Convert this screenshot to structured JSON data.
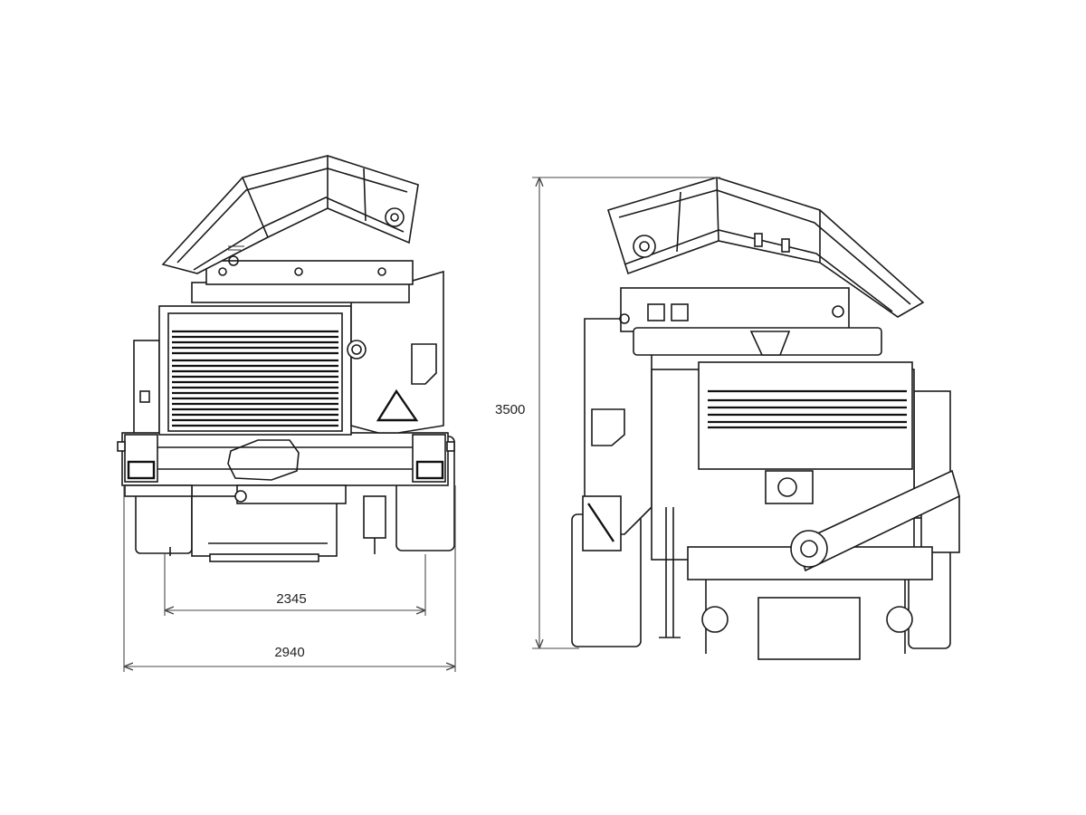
{
  "dimensions": {
    "inner_width": "2345",
    "outer_width": "2940",
    "height": "3500"
  },
  "colors": {
    "line": "#1a1a1a",
    "dimension": "#4a4a4a",
    "background": "#ffffff"
  }
}
